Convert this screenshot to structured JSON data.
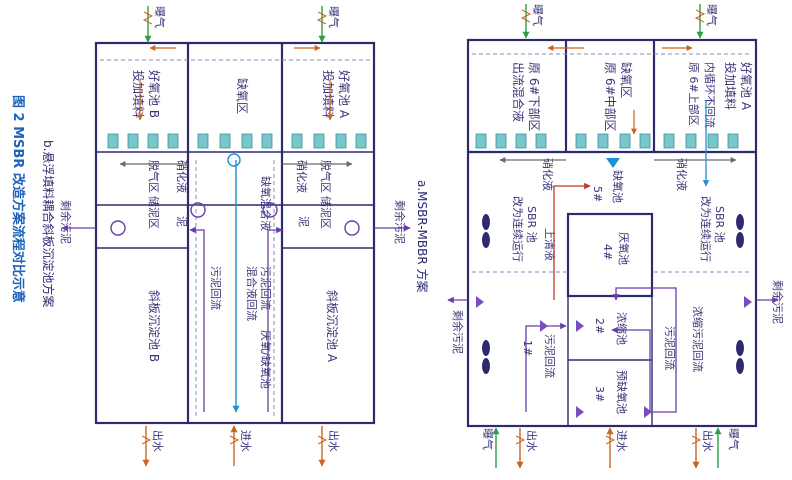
{
  "figure": {
    "title": "图 2   MSBR 改造方案流程对比示意",
    "sub_a": "a.MSBR-MBBR 方案",
    "sub_b": "b.悬浮填料耦合斜板沉淀池方案"
  },
  "left": {
    "aerobic_b": [
      "好氧池 B",
      "投加填料"
    ],
    "anoxic": "缺氧区",
    "aerobic_a": [
      "好氧池 A",
      "投加填料"
    ],
    "nitrify_left": "硝化液",
    "nitrify_right": "硝化液",
    "degas_left": "脱气区",
    "degas_right": "脱气区",
    "sludge_store_left": "储泥区",
    "sludge_store_right": "储泥区",
    "sludge_left": "泥",
    "sludge_right": "泥",
    "settler_b": "斜板沉淀池 B",
    "settler_a": "斜板沉淀池 A",
    "anoxic_mix": "缺氧混合液",
    "sludge_return_1": "污泥回流",
    "sludge_return_2": "污泥回流",
    "mix_return": "混合液回流",
    "anaerobic_anoxic": "厌氧/缺氧池",
    "excess_left": "剩余污泥",
    "excess_right": "剩余污泥",
    "aeration_top_left": "曝气",
    "aeration_top_right": "曝气",
    "outflow_left": "出水",
    "inflow": "进水",
    "outflow_right": "出水"
  },
  "right": {
    "col1": [
      "原 6#下部区",
      "出流混合液"
    ],
    "col2": [
      "缺氧区",
      "原 6#中部区"
    ],
    "col3": [
      "好氧池 A",
      "投加填料",
      "内循环不回流",
      "原 6#上部区"
    ],
    "nitrify_left": "硝化液",
    "nitrify_right": "硝化液",
    "anoxic_pool": "缺氧池",
    "pool5": "5#",
    "sbr_a": [
      "SBR 池",
      "改为连续运行"
    ],
    "sbr_b": [
      "SBR 池",
      "改为连续运行"
    ],
    "clear": "上清液",
    "anaerobic": "厌氧池",
    "pool4": "4#",
    "excess_a": "剩余污泥",
    "excess_b": "剩余污泥",
    "concentrate": "浓缩池",
    "pool2": "2#",
    "conc_return": "浓缩污泥回流",
    "pool1": "1#",
    "sludge_return_a": "污泥回流",
    "sludge_return_b": "污泥回流",
    "pre_anoxic": "预缺氧池",
    "pool3": "3#",
    "aeration_top_left": "曝气",
    "aeration_top_right": "曝气",
    "aeration_bottom_left": "曝气",
    "aeration_bottom_right": "曝气",
    "outflow_left": "出水",
    "inflow": "进水",
    "outflow_right": "出水"
  }
}
